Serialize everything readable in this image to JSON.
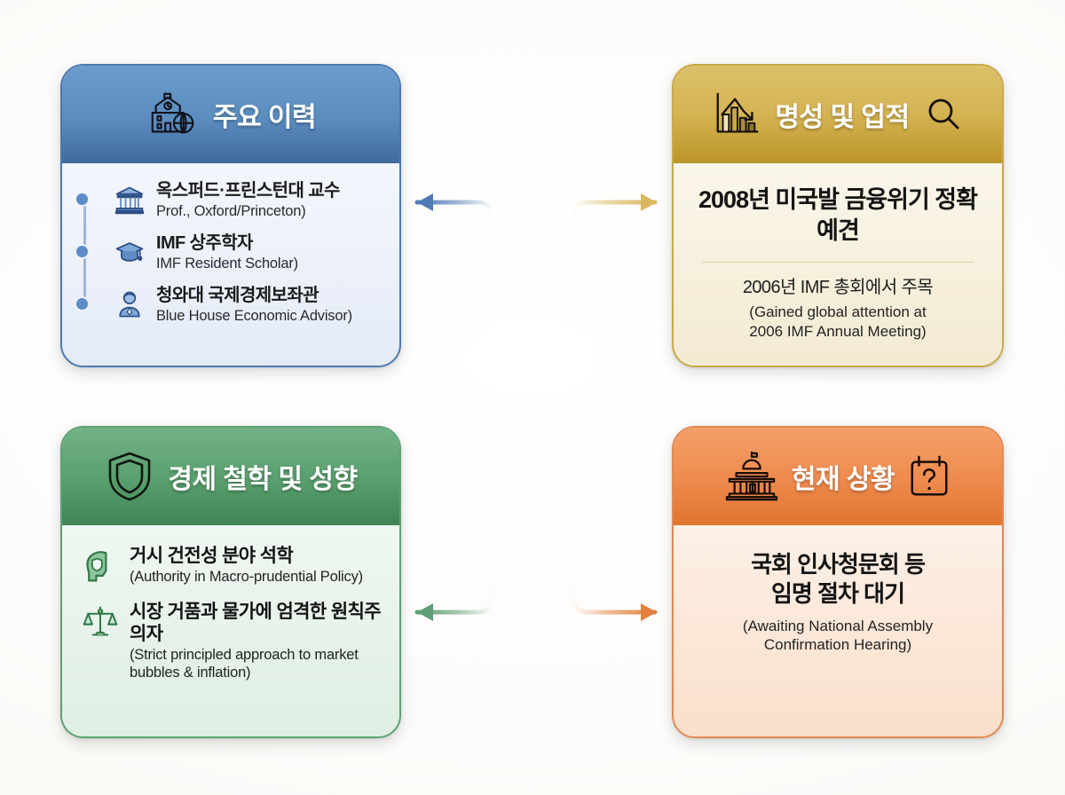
{
  "cards": {
    "career": {
      "title": "주요 이력",
      "header_icon": "school-globe-icon",
      "items": [
        {
          "icon": "bank-building-icon",
          "kr": "옥스퍼드·프린스턴대 교수",
          "en": "Prof., Oxford/Princeton)"
        },
        {
          "icon": "graduation-cap-icon",
          "kr": "IMF 상주학자",
          "en": "IMF Resident Scholar)"
        },
        {
          "icon": "advisor-person-icon",
          "kr": "청와대 국제경제보좌관",
          "en": "Blue House Economic Advisor)"
        }
      ]
    },
    "reputation": {
      "title": "명성 및 업적",
      "header_icon_left": "declining-chart-icon",
      "header_icon_right": "magnifier-icon",
      "headline_kr": "2008년 미국발 금융위기 정확 예견",
      "sub_kr": "2006년 IMF 총회에서 주목",
      "sub_en_line1": "(Gained global attention at",
      "sub_en_line2": "2006 IMF Annual Meeting)"
    },
    "philosophy": {
      "title": "경제 철학 및 성향",
      "header_icon": "shield-icon",
      "items": [
        {
          "icon": "head-shield-icon",
          "kr": "거시 건전성 분야 석학",
          "en": "(Authority in Macro-prudential Policy)"
        },
        {
          "icon": "scales-icon",
          "kr": "시장 거품과 물가에 엄격한 원칙주의자",
          "en": "(Strict principled approach to market bubbles & inflation)"
        }
      ]
    },
    "status": {
      "title": "현재 상황",
      "header_icon_left": "capitol-building-icon",
      "header_icon_right": "calendar-question-icon",
      "headline_kr_line1": "국회 인사청문회 등",
      "headline_kr_line2": "임명 절차 대기",
      "sub_en_line1": "(Awaiting National Assembly",
      "sub_en_line2": "Confirmation Hearing)"
    }
  },
  "arrows": [
    {
      "name": "arrow-reputation-to-career",
      "direction": "left",
      "color": "#4f7cb5"
    },
    {
      "name": "arrow-down-to-reputation",
      "direction": "right",
      "color": "#d9b75f"
    },
    {
      "name": "arrow-down-to-philosophy",
      "direction": "left",
      "color": "#5e9e74"
    },
    {
      "name": "arrow-status-to-philosophy",
      "direction": "right",
      "color": "#e3803f"
    }
  ],
  "colors": {
    "blue": "#4c7ab2",
    "gold": "#c9a94a",
    "green": "#5ea173",
    "orange": "#e08a52",
    "background": "#fbfaf7"
  }
}
